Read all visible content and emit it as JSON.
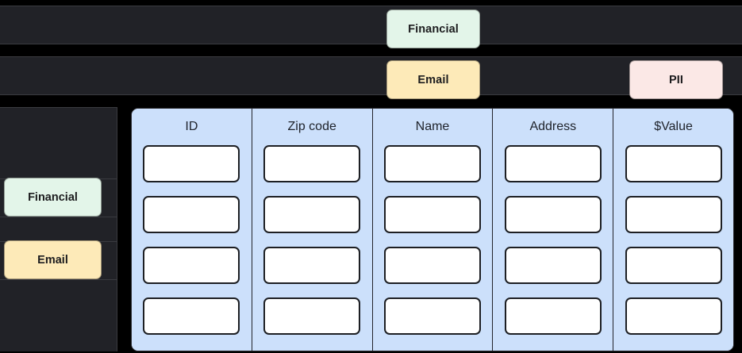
{
  "top_rows": [
    {
      "row_name": "tag-row-1",
      "tags": [
        {
          "label": "Financial",
          "color": "#e3f5e9"
        }
      ]
    },
    {
      "row_name": "tag-row-2",
      "tags": [
        {
          "label": "Email",
          "color": "#fdeab8"
        },
        {
          "label": "PII",
          "color": "#fbe8e6"
        }
      ]
    }
  ],
  "sidebar": {
    "items": [
      {
        "label": "Financial",
        "color": "#e3f5e9"
      },
      {
        "label": "Email",
        "color": "#fdeab8"
      }
    ]
  },
  "table": {
    "accent": "#cce0fb",
    "columns": [
      {
        "header": "ID",
        "cells": [
          "",
          "",
          "",
          ""
        ]
      },
      {
        "header": "Zip code",
        "cells": [
          "",
          "",
          "",
          ""
        ]
      },
      {
        "header": "Name",
        "cells": [
          "",
          "",
          "",
          ""
        ]
      },
      {
        "header": "Address",
        "cells": [
          "",
          "",
          "",
          ""
        ]
      },
      {
        "header": "$Value",
        "cells": [
          "",
          "",
          "",
          ""
        ]
      }
    ]
  }
}
